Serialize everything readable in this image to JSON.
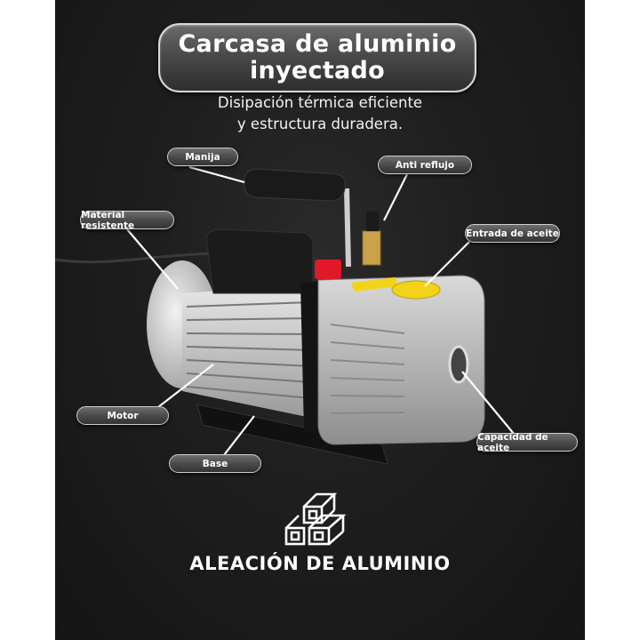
{
  "header": {
    "title_line1": "Carcasa de aluminio",
    "title_line2": "inyectado",
    "subtitle_line1": "Disipación térmica eficiente",
    "subtitle_line2": "y estructura duradera."
  },
  "callouts": {
    "manija": "Manija",
    "material": "Material resistente",
    "antireflujo": "Anti reflujo",
    "entrada": "Entrada de aceite",
    "motor": "Motor",
    "base": "Base",
    "capacidad": "Capacidad de aceite"
  },
  "footer": {
    "icon": "aluminum-bars-icon",
    "label": "ALEACIÓN DE ALUMINIO"
  },
  "colors": {
    "background": "#1e1e1e",
    "pill": "#4b4b4b",
    "pill_border": "#cfcfcf",
    "accent_red": "#e0182a",
    "accent_yellow": "#f3d21a",
    "aluminum": "#b9b9b9"
  }
}
